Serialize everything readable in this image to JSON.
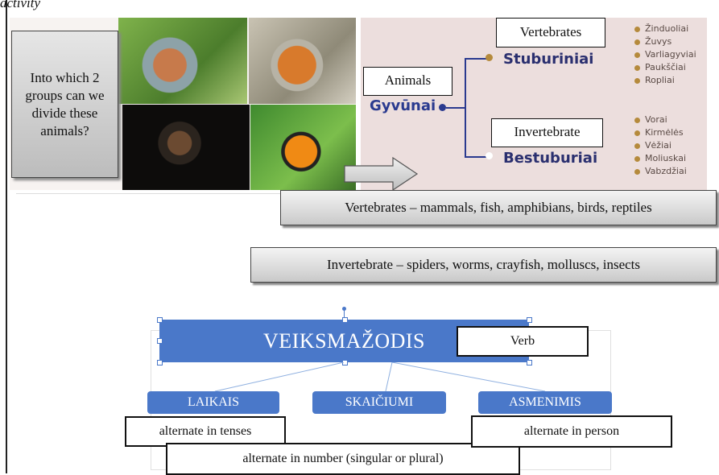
{
  "header": {
    "partial_text": "activity"
  },
  "collage": {
    "question": "Into which 2 groups can we divide these animals?"
  },
  "diagram": {
    "root": "Gyvūnai",
    "root_label": "Animals",
    "branch1": "Stuburiniai",
    "branch1_label": "Vertebrates",
    "branch1_items": [
      "Žinduoliai",
      "Žuvys",
      "Varliagyviai",
      "Paukščiai",
      "Ropliai"
    ],
    "branch2": "Bestuburiai",
    "branch2_label": "Invertebrate",
    "branch2_items": [
      "Vorai",
      "Kirmėlės",
      "Vėžiai",
      "Moliuskai",
      "Vabzdžiai"
    ]
  },
  "definitions": {
    "vertebrates": "Vertebrates – mammals, fish, amphibians, birds, reptiles",
    "invertebrate": "Invertebrate – spiders, worms, crayfish, molluscs, insects"
  },
  "verb_diagram": {
    "main": "VEIKSMAŽODIS",
    "main_label": "Verb",
    "children": [
      "LAIKAIS",
      "SKAIČIUMI",
      "ASMENIMIS"
    ],
    "child_notes": [
      "alternate in tenses",
      "alternate in number (singular or plural)",
      "alternate in person"
    ]
  },
  "colors": {
    "accent_blue": "#4a78c9",
    "tree_text": "#2a3a8f",
    "bullet": "#b58a3c"
  }
}
